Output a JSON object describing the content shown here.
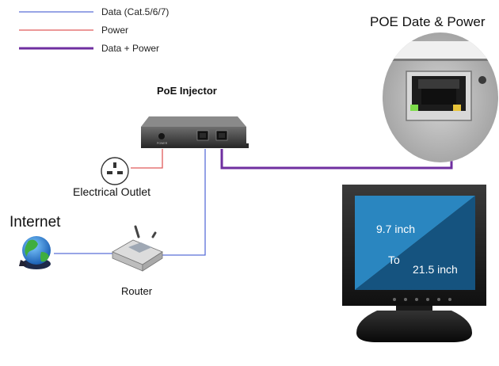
{
  "legend": {
    "items": [
      {
        "label": "Data (Cat.5/6/7)",
        "color": "#5b6fd8"
      },
      {
        "label": "Power",
        "color": "#e05a5a"
      },
      {
        "label": "Data + Power",
        "color": "#6f2fa0"
      }
    ]
  },
  "labels": {
    "poe_injector": "PoE Injector",
    "poe_data_power": "POE Date & Power",
    "electrical_outlet": "Electrical Outlet",
    "internet": "Internet",
    "router": "Router"
  },
  "monitor": {
    "line1": "9.7 inch",
    "line2": "To",
    "line3": "21.5 inch",
    "screen_color_a": "#2a86c0",
    "screen_color_b": "#15537f"
  },
  "icons": [
    "globe-icon",
    "router-icon",
    "outlet-icon",
    "poe-injector-icon",
    "rj45-port-icon",
    "monitor-icon"
  ]
}
